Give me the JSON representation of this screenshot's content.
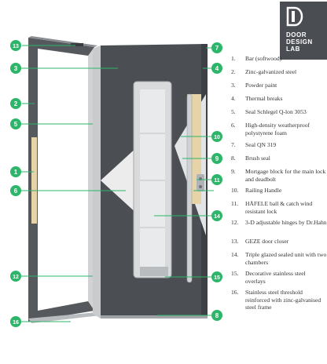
{
  "logo": {
    "line1": "DOOR",
    "line2": "DESIGN",
    "line3": "LAB"
  },
  "legend": [
    {
      "num": "1.",
      "text": "Bar (softwood)"
    },
    {
      "num": "2.",
      "text": "Zinc-galvanized steel"
    },
    {
      "num": "3.",
      "text": "Powder paint"
    },
    {
      "num": "4.",
      "text": "Thermal breaks"
    },
    {
      "num": "5.",
      "text": "Seal Schlegel Q-lon 3053"
    },
    {
      "num": "6.",
      "text": "High-density weatherproof polystyrene foam"
    },
    {
      "num": "7.",
      "text": "Seal QN 319"
    },
    {
      "num": "8.",
      "text": "Brush seal"
    },
    {
      "num": "9.",
      "text": "Mortgage block for the main lock and deadbolt"
    },
    {
      "num": "10.",
      "text": "Railing Handle"
    },
    {
      "num": "11.",
      "text": "HÄFELE ball & catch wind resistant lock"
    },
    {
      "num": "12.",
      "text": "3-D adjustable hinges by Dr.Hahn"
    },
    {
      "num": "13.",
      "text": "GEZE door closer"
    },
    {
      "num": "14.",
      "text": "Triple glazed sealed unit with two chambers"
    },
    {
      "num": "15.",
      "text": "Decorative stainless steel overlays"
    },
    {
      "num": "16.",
      "text": "Stainless steel threshold reinforced with zinc-galvanised steel frame"
    }
  ],
  "callouts": [
    "1",
    "2",
    "3",
    "4",
    "5",
    "6",
    "7",
    "8",
    "9",
    "10",
    "11",
    "12",
    "13",
    "14",
    "15",
    "16"
  ],
  "colors": {
    "accent": "#2db56a",
    "door_panel": "#4b4e53",
    "frame": "#55585d",
    "wood": "#e6d3a8",
    "foam": "#ececec",
    "text": "#333333"
  }
}
